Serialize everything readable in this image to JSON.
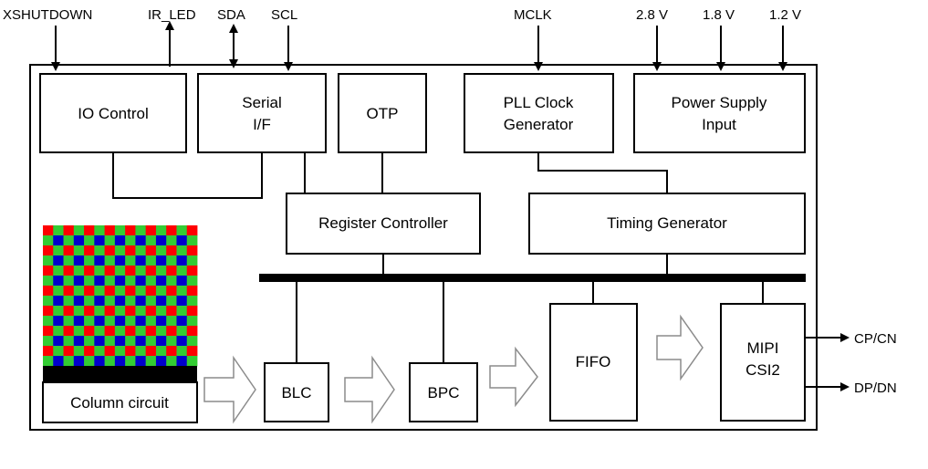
{
  "signals": {
    "xshutdown": "XSHUTDOWN",
    "ir_led": "IR_LED",
    "sda": "SDA",
    "scl": "SCL",
    "mclk": "MCLK",
    "v28": "2.8 V",
    "v18": "1.8 V",
    "v12": "1.2 V",
    "cp_cn": "CP/CN",
    "dp_dn": "DP/DN"
  },
  "blocks": {
    "io_control": "IO Control",
    "serial_if": [
      "Serial",
      "I/F"
    ],
    "otp": "OTP",
    "pll": [
      "PLL Clock",
      "Generator"
    ],
    "power": [
      "Power Supply",
      "Input"
    ],
    "register_controller": "Register Controller",
    "timing_generator": "Timing Generator",
    "column_circuit": "Column circuit",
    "blc": "BLC",
    "bpc": "BPC",
    "fifo": "FIFO",
    "mipi": [
      "MIPI",
      "CSI2"
    ]
  },
  "pixel_array": {
    "colors": {
      "red": "#ff0000",
      "green": "#33cc33",
      "blue": "#0000cc"
    }
  }
}
